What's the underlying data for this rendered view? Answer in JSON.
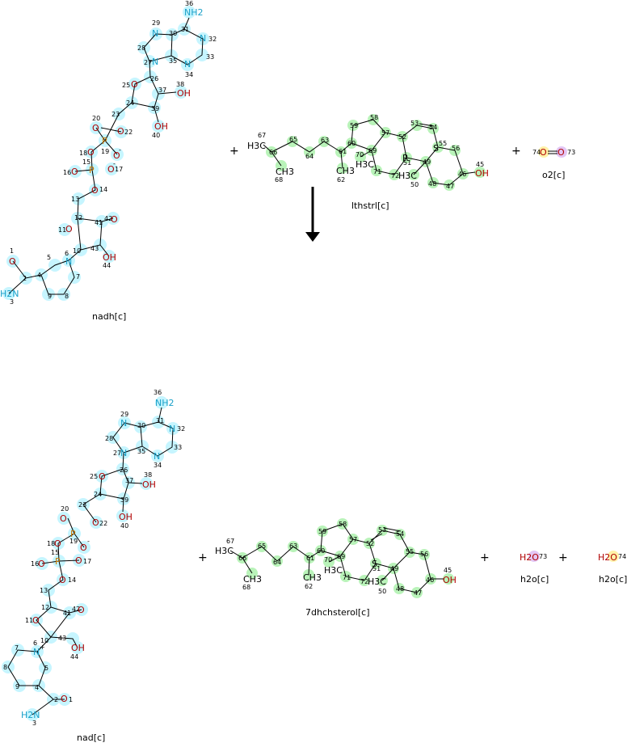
{
  "reaction": {
    "arrow": "reaction-arrow",
    "reactants": [
      {
        "id": "nadh",
        "label": "nadh[c]"
      },
      {
        "id": "lthstrl",
        "label": "lthstrl[c]"
      },
      {
        "id": "o2",
        "label": "o2[c]"
      }
    ],
    "products": [
      {
        "id": "nad",
        "label": "nad[c]"
      },
      {
        "id": "dhchsterol",
        "label": "7dhchsterol[c]"
      },
      {
        "id": "h2o_a",
        "label": "h2o[c]"
      },
      {
        "id": "h2o_b",
        "label": "h2o[c]"
      }
    ],
    "plus": "+"
  },
  "atoms": {
    "nadh": {
      "N29": "N",
      "n29": "29",
      "n28": "28",
      "N27": "N",
      "n27": "27",
      "n30": "30",
      "n31": "31",
      "NH2": "NH2",
      "n36": "36",
      "N32": "N",
      "n32": "32",
      "n33": "33",
      "N34": "N",
      "n34": "34",
      "n35": "35",
      "O25": "O",
      "n25": "25",
      "n26": "26",
      "n37": "37",
      "n38": "38",
      "OH38": "OH",
      "n24": "24",
      "n39": "39",
      "OH40": "OH",
      "n40": "40",
      "n23": "23",
      "n20": "20",
      "O20": "O",
      "P21": "P",
      "O22": "O",
      "n22": "22",
      "O19": "O",
      "n19": "19",
      "n18": "18",
      "O18": "O",
      "n15": "15",
      "P15": "P",
      "n16": "16",
      "O16": "O",
      "O17": "O",
      "n17": "17",
      "O14": "O",
      "n14": "14",
      "n13": "13",
      "n12": "12",
      "n11": "11",
      "O11": "O",
      "n41": "41",
      "O42": "O",
      "n42": "42",
      "n10": "10",
      "n43": "43",
      "OH44": "OH",
      "n44": "44",
      "N6": "N",
      "n6": "6",
      "n5": "5",
      "n7": "7",
      "n4": "4",
      "n8": "8",
      "n9": "9",
      "n1": "1",
      "O1": "O",
      "n2": "2",
      "H2N": "H2N",
      "n3": "3",
      "minus": "-"
    },
    "lthstrl": {
      "H3C67": "H3C",
      "n67": "67",
      "n66": "66",
      "CH3_68": "CH3",
      "n68": "68",
      "n65": "65",
      "n64": "64",
      "n63": "63",
      "n61": "61",
      "CH3_62": "CH3",
      "n62": "62",
      "n60": "60",
      "n59": "59",
      "n58": "58",
      "n57": "57",
      "n69": "69",
      "n70": "70",
      "H3C70": "H3C",
      "n71": "71",
      "n72": "72",
      "n52": "52",
      "n53": "53",
      "n54": "54",
      "S55": "S",
      "n55": "55",
      "n56": "56",
      "R": "R",
      "n51": "51",
      "n49": "49",
      "H3C50": "H3C",
      "n50": "50",
      "n48": "48",
      "n47": "47",
      "n46": "46",
      "OH45": "OH",
      "n45": "45"
    },
    "o2": {
      "n74": "74",
      "O74": "O",
      "O73": "O",
      "n73": "73"
    },
    "nad": {
      "N29": "N",
      "n29": "29",
      "n28": "28",
      "N27": "N",
      "n27": "27",
      "n30": "30",
      "n31": "31",
      "NH2": "NH2",
      "n36": "36",
      "N32": "N",
      "n32": "32",
      "n33": "33",
      "N34": "N",
      "n34": "34",
      "n35": "35",
      "O25": "O",
      "n25": "25",
      "n26": "26",
      "n37": "37",
      "n38": "38",
      "OH38": "OH",
      "n24": "24",
      "n39": "39",
      "OH40": "OH",
      "n40": "40",
      "n23": "23",
      "n20": "20",
      "O20": "O",
      "P21": "P",
      "O22": "O",
      "n22": "22",
      "O19": "O",
      "n19": "19",
      "n18": "18",
      "O18": "O",
      "n15": "15",
      "P15": "P",
      "n16": "16",
      "O16": "O",
      "O17": "O",
      "n17": "17",
      "O14": "O",
      "n14": "14",
      "n13": "13",
      "n12": "12",
      "n11": "11",
      "O11": "O",
      "n41": "41",
      "O42": "O",
      "n42": "42",
      "n10": "10",
      "n43": "43",
      "OH44": "OH",
      "n44": "44",
      "N6": "N",
      "n6": "6",
      "plus": "+",
      "n7": "7",
      "n8": "8",
      "n9": "9",
      "n5": "5",
      "n4": "4",
      "n2": "2",
      "n1": "1",
      "O1": "O",
      "H2N": "H2N",
      "n3": "3",
      "minus": "-"
    },
    "dhchsterol": {
      "H3C67": "H3C",
      "n67": "67",
      "n66": "66",
      "CH3_68": "CH3",
      "n68": "68",
      "n65": "65",
      "n64": "64",
      "n63": "63",
      "n61": "61",
      "CH3_62": "CH3",
      "n62": "62",
      "n60": "60",
      "n59": "59",
      "n58": "58",
      "n57": "57",
      "n69": "69",
      "n70": "70",
      "H3C70": "H3C",
      "n71": "71",
      "n72": "72",
      "n52": "52",
      "n53": "53",
      "n54": "54",
      "n55": "55",
      "n56": "56",
      "S": "S",
      "n51": "51",
      "n49": "49",
      "H3C50": "H3C",
      "n50": "50",
      "n48": "48",
      "n47": "47",
      "n46": "46",
      "OH45": "OH",
      "n45": "45"
    },
    "h2o_a": {
      "H2O": "H2O",
      "n73": "73"
    },
    "h2o_b": {
      "H2O": "H2O",
      "n74": "74"
    }
  }
}
